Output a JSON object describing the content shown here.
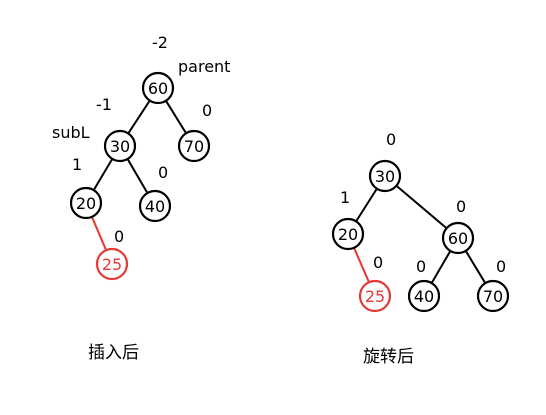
{
  "colors": {
    "default": "#000000",
    "highlight": "#e53935",
    "background": "#ffffff"
  },
  "before": {
    "caption": "插入后",
    "nodes": [
      {
        "id": "b60",
        "label": "60",
        "balance": "-2",
        "tag": "parent",
        "highlight": false
      },
      {
        "id": "b30",
        "label": "30",
        "balance": "-1",
        "tag": "subL",
        "highlight": false
      },
      {
        "id": "b70",
        "label": "70",
        "balance": "0",
        "tag": "",
        "highlight": false
      },
      {
        "id": "b20",
        "label": "20",
        "balance": "1",
        "tag": "",
        "highlight": false
      },
      {
        "id": "b40",
        "label": "40",
        "balance": "0",
        "tag": "",
        "highlight": false
      },
      {
        "id": "b25",
        "label": "25",
        "balance": "0",
        "tag": "",
        "highlight": true
      }
    ],
    "edges": [
      {
        "from": "b60",
        "to": "b30",
        "highlight": false
      },
      {
        "from": "b60",
        "to": "b70",
        "highlight": false
      },
      {
        "from": "b30",
        "to": "b20",
        "highlight": false
      },
      {
        "from": "b30",
        "to": "b40",
        "highlight": false
      },
      {
        "from": "b20",
        "to": "b25",
        "highlight": true
      }
    ]
  },
  "after": {
    "caption": "旋转后",
    "nodes": [
      {
        "id": "a30",
        "label": "30",
        "balance": "0",
        "tag": "",
        "highlight": false
      },
      {
        "id": "a20",
        "label": "20",
        "balance": "1",
        "tag": "",
        "highlight": false
      },
      {
        "id": "a60",
        "label": "60",
        "balance": "0",
        "tag": "",
        "highlight": false
      },
      {
        "id": "a25",
        "label": "25",
        "balance": "0",
        "tag": "",
        "highlight": true
      },
      {
        "id": "a40",
        "label": "40",
        "balance": "0",
        "tag": "",
        "highlight": false
      },
      {
        "id": "a70",
        "label": "70",
        "balance": "0",
        "tag": "",
        "highlight": false
      }
    ],
    "edges": [
      {
        "from": "a30",
        "to": "a20",
        "highlight": false
      },
      {
        "from": "a30",
        "to": "a60",
        "highlight": false
      },
      {
        "from": "a20",
        "to": "a25",
        "highlight": true
      },
      {
        "from": "a60",
        "to": "a40",
        "highlight": false
      },
      {
        "from": "a60",
        "to": "a70",
        "highlight": false
      }
    ]
  }
}
